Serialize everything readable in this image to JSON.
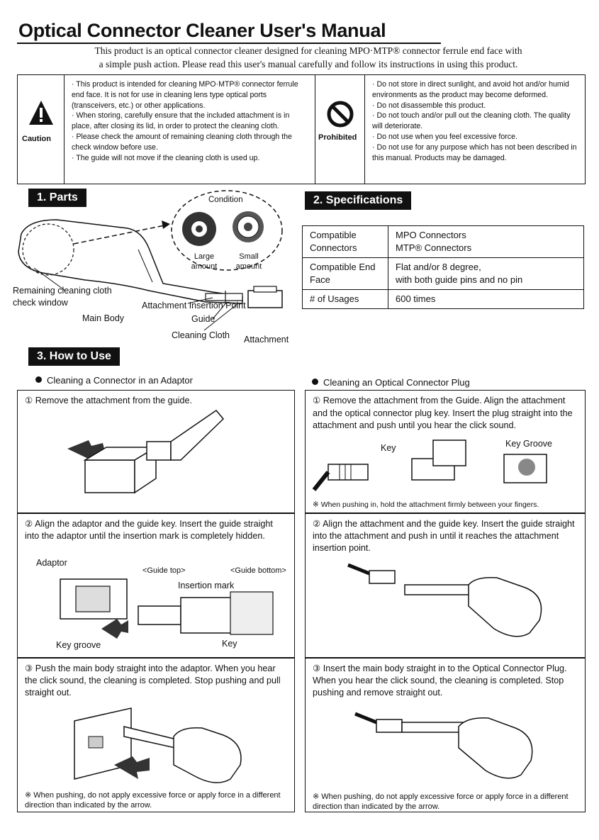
{
  "title": "Optical Connector Cleaner  User's Manual",
  "intro": {
    "line1": "This product is an optical connector cleaner designed for cleaning MPO·MTP® connector ferrule end face with",
    "line2": "a simple push action. Please read this user's manual carefully and follow its instructions in using this product."
  },
  "caution": {
    "label": "Caution",
    "items": [
      "· This product is intended for cleaning MPO·MTP® connector ferrule end face. It is not for use in cleaning lens type optical ports (transceivers, etc.) or other applications.",
      "· When storing, carefully ensure that the included attachment is in place, after closing its lid, in order to protect the cleaning cloth.",
      "· Please check the amount of remaining cleaning cloth through the check window before use.",
      "· The guide will not move if the cleaning cloth is used up."
    ]
  },
  "prohibited": {
    "label": "Prohibited",
    "items": [
      "· Do not store in direct sunlight, and avoid hot and/or humid environments as the product may become deformed.",
      "· Do not disassemble this product.",
      "· Do not touch and/or pull out the cleaning cloth. The quality will deteriorate.",
      "· Do not use when you feel excessive force.",
      "· Do not use for any purpose which has not been described in this manual. Products may be damaged."
    ]
  },
  "parts": {
    "heading": "1. Parts",
    "condition": "Condition",
    "large_amount": "Large amount",
    "small_amount": "Small amount",
    "remaining_window": "Remaining cleaning cloth check window",
    "main_body": "Main Body",
    "attachment_insertion_point": "Attachment Insertion Point",
    "guide": "Guide",
    "cleaning_cloth": "Cleaning Cloth",
    "attachment": "Attachment"
  },
  "specs": {
    "heading": "2. Specifications",
    "rows": [
      {
        "label": "Compatible Connectors",
        "line1": "MPO Connectors",
        "line2": "MTP® Connectors"
      },
      {
        "label": "Compatible End Face",
        "line1": "Flat and/or 8 degree,",
        "line2": "with both guide pins and no pin"
      },
      {
        "label": "# of Usages",
        "line1": "600 times",
        "line2": ""
      }
    ]
  },
  "how_to_use": {
    "heading": "3. How to Use",
    "adaptor": {
      "heading": "Cleaning a Connector in an Adaptor",
      "step1": "① Remove the attachment from the guide.",
      "step2": "② Align the adaptor and the guide key. Insert the guide straight into the adaptor until the insertion mark is completely hidden.",
      "step2_labels": {
        "adaptor": "Adaptor",
        "guide_top": "<Guide top>",
        "guide_bottom": "<Guide bottom>",
        "insertion_mark": "Insertion mark",
        "key_groove": "Key groove",
        "key": "Key"
      },
      "step3": "③ Push the main body straight into the adaptor. When you hear the click sound, the cleaning is completed. Stop pushing and pull straight out.",
      "note": "※ When pushing, do not apply excessive force or apply force in a different direction than indicated by the arrow."
    },
    "plug": {
      "heading": "Cleaning an Optical Connector Plug",
      "step1": "① Remove the attachment from the Guide. Align the attachment and the optical connector plug key. Insert the plug straight into the attachment and push until you hear the click sound.",
      "step1_labels": {
        "key": "Key",
        "key_groove": "Key Groove"
      },
      "step1_note": "※ When pushing in, hold the attachment firmly between your fingers.",
      "step2": "② Align the attachment and the guide key. Insert the guide straight into the attachment and push in until it reaches the attachment insertion point.",
      "step3": "③ Insert the main body straight in to the Optical Connector Plug. When you hear the click sound, the cleaning is completed. Stop pushing and remove straight out.",
      "note": "※ When pushing, do not apply excessive force or apply force in a different direction than indicated by the arrow."
    }
  }
}
